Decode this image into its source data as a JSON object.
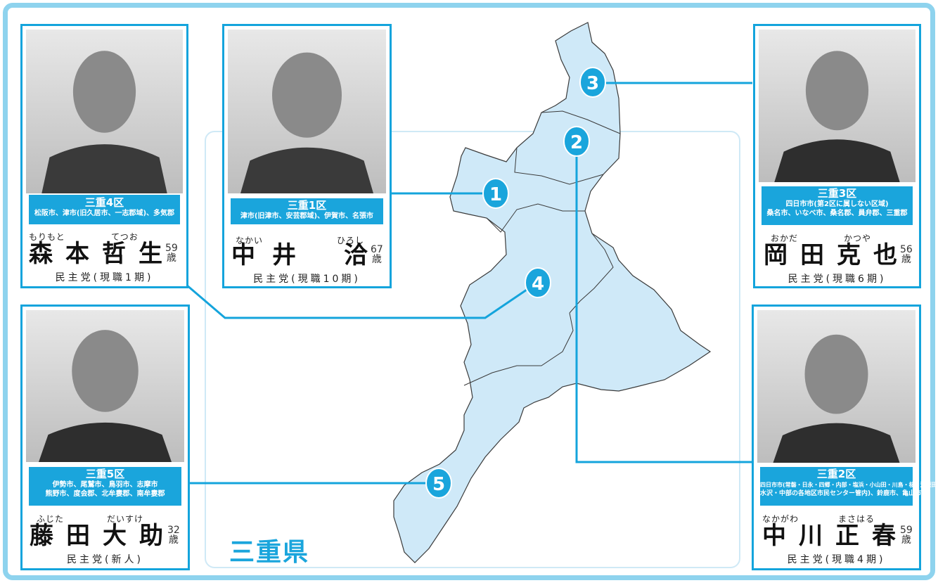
{
  "prefecture": "三重県",
  "colors": {
    "accent": "#1aa5dc",
    "frame": "#8ed3ee",
    "map_fill": "#cfe9f8",
    "map_stroke": "#3a3a3a"
  },
  "districts_on_map": [
    "1",
    "2",
    "3",
    "4",
    "5"
  ],
  "candidates": [
    {
      "id": "mie4",
      "district": "三重4区",
      "area_lines": [
        "松阪市、津市(旧久居市、一志郡域)、多気郡"
      ],
      "ruby": [
        "もりもと",
        "てつお"
      ],
      "name_chars": [
        "森",
        "本",
        "哲",
        "生"
      ],
      "age": "59",
      "age_unit": "歳",
      "party": "民主党(現職1期)"
    },
    {
      "id": "mie1",
      "district": "三重1区",
      "area_lines": [
        "津市(旧津市、安芸郡域)、伊賀市、名張市"
      ],
      "ruby": [
        "なかい",
        "ひろし"
      ],
      "name_chars": [
        "中",
        "井",
        "洽"
      ],
      "age": "67",
      "age_unit": "歳",
      "party": "民主党(現職10期)"
    },
    {
      "id": "mie3",
      "district": "三重3区",
      "area_lines": [
        "四日市市(第2区に属しない区域)",
        "桑名市、いなべ市、桑名郡、員弁郡、三重郡"
      ],
      "ruby": [
        "おかだ",
        "かつや"
      ],
      "name_chars": [
        "岡",
        "田",
        "克",
        "也"
      ],
      "age": "56",
      "age_unit": "歳",
      "party": "民主党(現職6期)"
    },
    {
      "id": "mie5",
      "district": "三重5区",
      "area_lines": [
        "伊勢市、尾鷲市、鳥羽市、志摩市",
        "熊野市、度会郡、北牟婁郡、南牟婁郡"
      ],
      "ruby": [
        "ふじた",
        "だいすけ"
      ],
      "name_chars": [
        "藤",
        "田",
        "大",
        "助"
      ],
      "age": "32",
      "age_unit": "歳",
      "party": "民主党(新人)"
    },
    {
      "id": "mie2",
      "district": "三重2区",
      "area_lines": [
        "四日市市(常磐・日永・四郷・内部・塩浜・小山田・川島・桜・河原田・",
        "水沢・中部の各地区市民センター管内)、鈴鹿市、亀山市"
      ],
      "ruby": [
        "なかがわ",
        "まさはる"
      ],
      "name_chars": [
        "中",
        "川",
        "正",
        "春"
      ],
      "age": "59",
      "age_unit": "歳",
      "party": "民主党(現職4期)"
    }
  ]
}
